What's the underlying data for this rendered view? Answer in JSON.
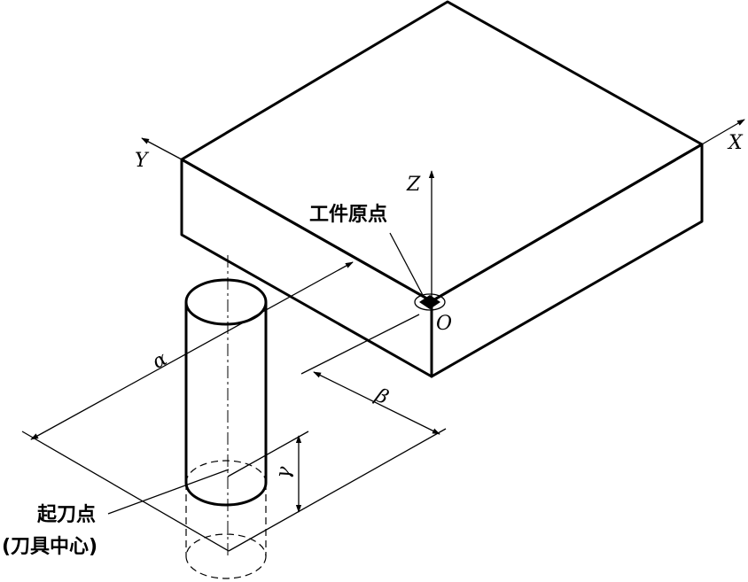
{
  "labels": {
    "axis_x": "X",
    "axis_y": "Y",
    "axis_z": "Z",
    "origin": "O",
    "workpiece_origin": "工件原点",
    "alpha": "α",
    "beta": "β",
    "gamma": "γ",
    "start_point": "起刀点",
    "tool_center": "(刀具中心)"
  }
}
